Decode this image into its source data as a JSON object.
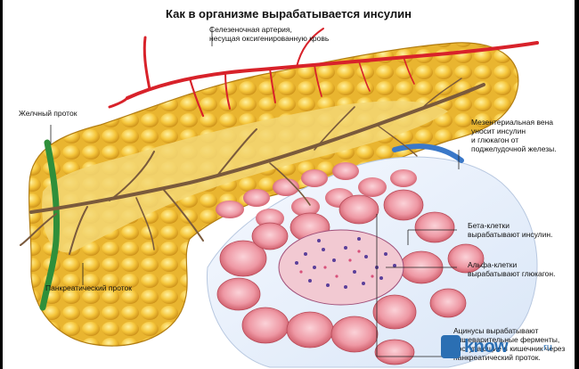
{
  "title": "Как в организме вырабатывается инсулин",
  "labels": {
    "artery": [
      "Селезеночная артерия,",
      "несущая оксигенированную кровь"
    ],
    "bile_duct": [
      "Желчный проток"
    ],
    "mesenteric_vein": [
      "Мезентериальная вена",
      "уносит инсулин",
      "и глюкагон от",
      "поджелудочной железы."
    ],
    "beta_cells": [
      "Бета-клетки",
      "вырабатывают инсулин."
    ],
    "alpha_cells": [
      "Альфа-клетки",
      "вырабатывают глюкагон."
    ],
    "pancreatic_duct": [
      "Панкреатический проток"
    ],
    "acini": [
      "Ацинусы вырабатывают",
      "пищеварительные ферменты,",
      "поступающие в кишечник через",
      "панкреатический проток."
    ]
  },
  "watermark": {
    "text": "know",
    "suffix": ".ru"
  },
  "colors": {
    "gland": "#f0c23a",
    "gland_dark": "#c9931c",
    "artery": "#d8222a",
    "duct": "#7a5a3c",
    "bile": "#2f8f3a",
    "vein": "#3a78c8",
    "acinus": "#e88c98",
    "islet_dot": "#5a3f9a"
  }
}
